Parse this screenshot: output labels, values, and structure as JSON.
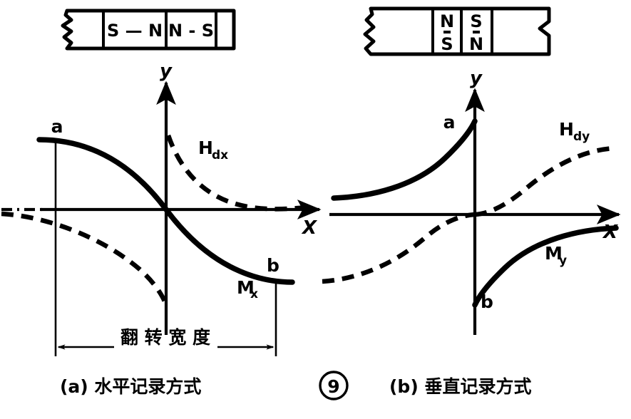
{
  "figure": {
    "number": "9",
    "tapes": {
      "left": {
        "name": "horizontal-recording-tape",
        "cells": [
          "",
          "S — N",
          "N - S",
          ""
        ],
        "orientation": "horizontal"
      },
      "right": {
        "name": "vertical-recording-tape",
        "cells": [
          {
            "top": "",
            "bottom": ""
          },
          {
            "top": "N",
            "bottom": "S"
          },
          {
            "top": "S",
            "bottom": "N"
          },
          {
            "top": "",
            "bottom": ""
          }
        ],
        "orientation": "vertical"
      }
    },
    "panels": [
      {
        "key": "a",
        "caption": "(a) 水平记录方式",
        "axis_x": "X",
        "axis_y": "y",
        "point_upper": "a",
        "point_lower": "b",
        "curve_solid_label": "Mx",
        "curve_solid_label_main": "M",
        "curve_solid_label_sub": "x",
        "curve_dashed_label": "Hdx",
        "curve_dashed_label_main": "H",
        "curve_dashed_label_sub": "dx",
        "dimension_label": "翻 转  宽 度"
      },
      {
        "key": "b",
        "caption": "(b) 垂直记录方式",
        "axis_x": "X",
        "axis_y": "y",
        "point_upper": "a",
        "point_lower": "b",
        "curve_solid_label": "My",
        "curve_solid_label_main": "M",
        "curve_solid_label_sub": "y",
        "curve_dashed_label": "Hdy",
        "curve_dashed_label_main": "H",
        "curve_dashed_label_sub": "dy"
      }
    ],
    "colors": {
      "ink": "#000000",
      "paper": "#ffffff"
    }
  },
  "chart_data": {
    "type": "line",
    "title": "",
    "panels": [
      {
        "name": "horizontal-recording",
        "caption": "(a) 水平记录方式",
        "xlabel": "X",
        "ylabel": "y",
        "xlim": [
          -1,
          1
        ],
        "ylim": [
          -1,
          1
        ],
        "grid": false,
        "series": [
          {
            "name": "Mx",
            "style": "solid",
            "description": "Magnetization: descending S-curve from +a through origin to -b",
            "x": [
              -1.0,
              -0.8,
              -0.6,
              -0.4,
              -0.2,
              0.0,
              0.2,
              0.4,
              0.6,
              0.8,
              1.0
            ],
            "y": [
              0.92,
              0.88,
              0.76,
              0.54,
              0.28,
              0.0,
              -0.28,
              -0.54,
              -0.76,
              -0.88,
              -0.92
            ]
          },
          {
            "name": "Hdx",
            "style": "dashed",
            "description": "Demagnetizing field: falls from upper-left through near axis to lower right tail",
            "x": [
              -1.0,
              -0.8,
              -0.6,
              -0.4,
              -0.2,
              0.0,
              0.2,
              0.4,
              0.6,
              0.8,
              1.0
            ],
            "y": [
              0.1,
              -0.02,
              -0.16,
              -0.34,
              -0.56,
              -0.82,
              0.66,
              0.4,
              0.24,
              0.14,
              0.1
            ]
          }
        ],
        "annotations": [
          {
            "text": "a",
            "x": -0.88,
            "y": 1.0
          },
          {
            "text": "b",
            "x": 0.86,
            "y": -1.0
          },
          {
            "text": "Mx",
            "x": 0.66,
            "y": -1.06
          },
          {
            "text": "Hdx",
            "x": 0.32,
            "y": 0.62
          },
          {
            "text": "翻 转  宽 度",
            "x": 0.0,
            "y": -1.62
          }
        ]
      },
      {
        "name": "vertical-recording",
        "caption": "(b) 垂直记录方式",
        "xlabel": "X",
        "ylabel": "y",
        "xlim": [
          -1,
          1
        ],
        "ylim": [
          -1,
          1
        ],
        "grid": false,
        "series": [
          {
            "name": "My",
            "style": "solid",
            "description": "Two separate arcs: upper-left branch rising to point a at the y-axis, lower-right branch rising from point b toward a positive plateau",
            "branch_upper_left": {
              "x": [
                -1.0,
                -0.85,
                -0.7,
                -0.55,
                -0.4,
                -0.25,
                -0.12,
                0.0
              ],
              "y": [
                0.2,
                0.23,
                0.28,
                0.36,
                0.47,
                0.62,
                0.76,
                0.9
              ]
            },
            "branch_lower_right": {
              "x": [
                0.0,
                0.12,
                0.25,
                0.4,
                0.55,
                0.7,
                0.85,
                1.0
              ],
              "y": [
                -0.9,
                -0.76,
                -0.62,
                -0.47,
                -0.36,
                -0.28,
                -0.23,
                -0.2
              ]
            }
          },
          {
            "name": "Hdy",
            "style": "dashed",
            "description": "Demagnetizing field: rising S-curve from lower-left through origin to upper-right plateau",
            "x": [
              -1.0,
              -0.8,
              -0.6,
              -0.4,
              -0.2,
              0.0,
              0.2,
              0.4,
              0.6,
              0.8,
              1.0
            ],
            "y": [
              -0.74,
              -0.7,
              -0.62,
              -0.48,
              -0.26,
              0.0,
              0.26,
              0.48,
              0.62,
              0.7,
              0.74
            ]
          }
        ],
        "annotations": [
          {
            "text": "a",
            "x": -0.12,
            "y": 0.92
          },
          {
            "text": "b",
            "x": 0.08,
            "y": -0.94
          },
          {
            "text": "My",
            "x": 0.5,
            "y": -0.52
          },
          {
            "text": "Hdy",
            "x": 0.7,
            "y": 0.78
          }
        ]
      }
    ]
  }
}
